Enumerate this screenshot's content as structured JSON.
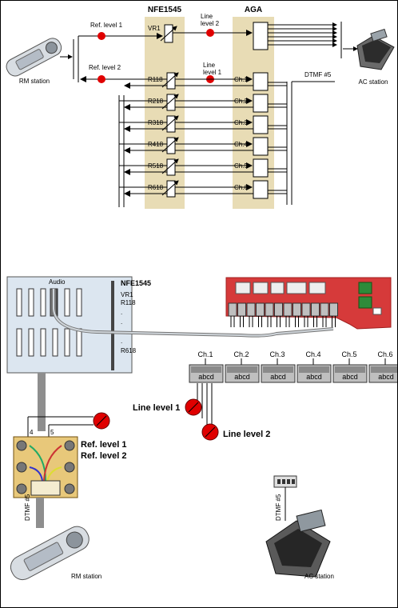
{
  "top": {
    "nfe_title": "NFE1545",
    "aga_title": "AGA",
    "ref_level_1": "Ref. level 1",
    "ref_level_2": "Ref. level 2",
    "line_level_2": "Line\nlevel 2",
    "line_level_1": "Line\nlevel 1",
    "vr1": "VR1",
    "resistors": [
      "R118",
      "R218",
      "R318",
      "R418",
      "R518",
      "R618"
    ],
    "channels": [
      "Ch.1",
      "Ch.2",
      "Ch.3",
      "Ch.4",
      "Ch.5",
      "Ch.6"
    ],
    "dtmf": "DTMF #5",
    "rm_station": "RM station",
    "ac_station": "AC station"
  },
  "bottom": {
    "audio": "Audio",
    "nfe_title": "NFE1545",
    "vr1": "VR1",
    "r118": "R118",
    "dots": ".",
    "r618": "R618",
    "channels": [
      "Ch.1",
      "Ch.2",
      "Ch.3",
      "Ch.4",
      "Ch.5",
      "Ch.6"
    ],
    "terminal_letters": "abcd",
    "line_level_1": "Line level 1",
    "line_level_2": "Line level 2",
    "ref_level_1": "Ref. level 1",
    "ref_level_2": "Ref. level 2",
    "pin_4": "4",
    "pin_5": "5",
    "dtmf": "DTMF #5",
    "rm_station": "RM station",
    "ac_station": "AC station"
  },
  "colors": {
    "nfe_panel": "#e8dcb5",
    "aga_panel": "#e8dcb5",
    "level_marker": "#e00000",
    "aga_board": "#d63a3a",
    "nfe_box_bottom": "#dce6f0"
  }
}
